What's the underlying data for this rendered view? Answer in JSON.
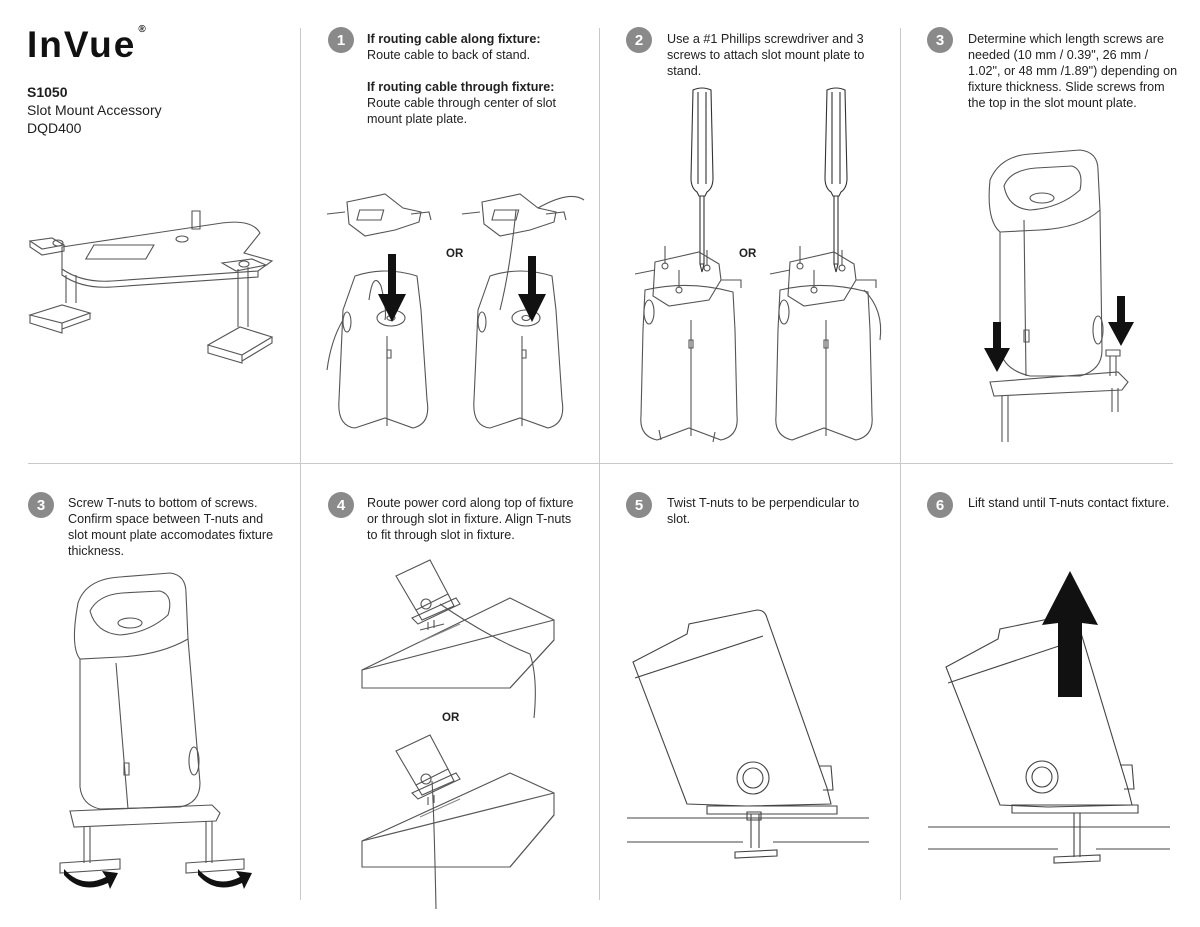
{
  "brand": {
    "logo_text": "InVue",
    "reg_mark": "®"
  },
  "product": {
    "model": "S1050",
    "name": "Slot Mount Accessory",
    "code": "DQD400"
  },
  "steps": [
    {
      "badge": "1",
      "heading1": "If routing cable along fixture:",
      "text1": "Route cable to back of stand.",
      "heading2": "If routing cable through fixture:",
      "text2": "Route cable through center of slot mount plate plate.",
      "or_label": "OR"
    },
    {
      "badge": "2",
      "text": "Use a #1 Phillips screwdriver and 3 screws to attach slot mount plate to stand.",
      "or_label": "OR"
    },
    {
      "badge": "3",
      "text": "Determine which length screws are needed (10 mm / 0.39\", 26 mm / 1.02\", or 48 mm /1.89\") depending on fixture thickness. Slide screws from the top in the slot mount plate."
    },
    {
      "badge": "3",
      "text": "Screw T-nuts to bottom of screws. Confirm space between T-nuts and slot mount plate accomodates fixture thickness."
    },
    {
      "badge": "4",
      "text": "Route power cord along top of fixture or through slot in fixture. Align T-nuts to fit through slot in fixture.",
      "or_label": "OR"
    },
    {
      "badge": "5",
      "text": "Twist T-nuts to be perpendicular to slot."
    },
    {
      "badge": "6",
      "text": "Lift stand until T-nuts contact fixture."
    }
  ],
  "colors": {
    "badge": "#8a8a8a",
    "line": "#c9c9c9",
    "arrow": "#111111",
    "text": "#222222"
  }
}
